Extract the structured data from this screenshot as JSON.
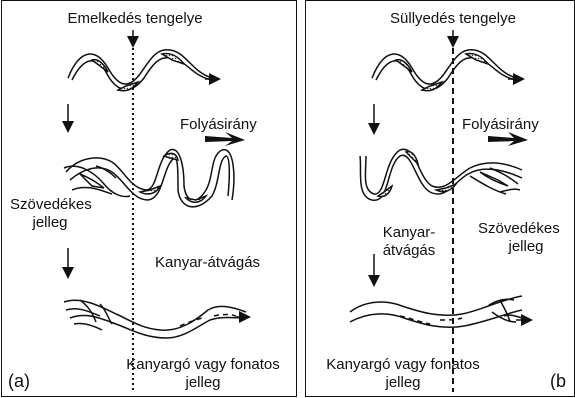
{
  "panel_a": {
    "axis_label": "Emelkedés tengelye",
    "flow_label": "Folyásirány",
    "braided_label_1": "Szövedékes",
    "braided_label_2": "jelleg",
    "cutoff_label": "Kanyar-átvágás",
    "bottom_label_1": "Kanyargó vagy fonatos",
    "bottom_label_2": "jelleg",
    "panel_letter": "(a)"
  },
  "panel_b": {
    "axis_label": "Süllyedés tengelye",
    "flow_label": "Folyásirány",
    "braided_label_1": "Szövedékes",
    "braided_label_2": "jelleg",
    "cutoff_label_1": "Kanyar-",
    "cutoff_label_2": "átvágás",
    "bottom_label_1": "Kanyargó vagy fonatos",
    "bottom_label_2": "jelleg",
    "panel_letter": "(b"
  }
}
